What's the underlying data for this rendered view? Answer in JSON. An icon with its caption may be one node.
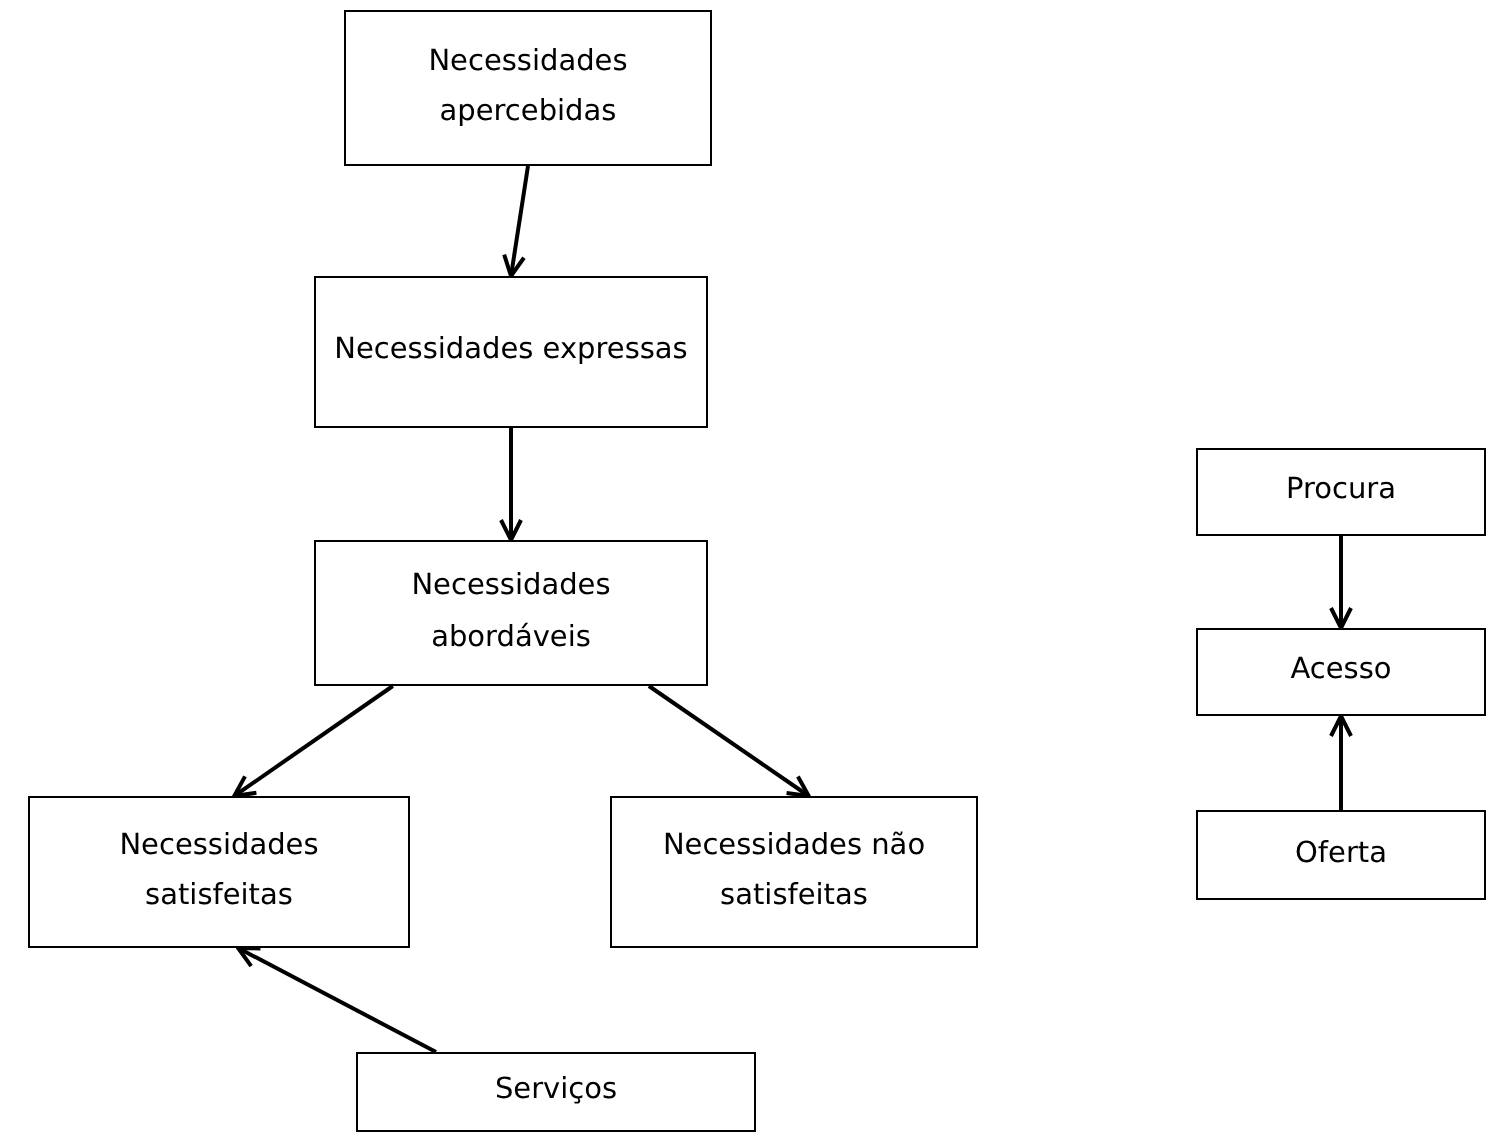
{
  "diagram": {
    "nodes": [
      {
        "text": [
          "Necessidades apercebidas"
        ]
      },
      {
        "text": [
          "Necessidades expressas"
        ]
      },
      {
        "text": [
          "Necessidades abordáveis"
        ]
      },
      {
        "text": [
          "Necessidades satisfeitas"
        ]
      },
      {
        "text": [
          "Necessidades não satisfeitas"
        ]
      },
      {
        "text": [
          "Serviços"
        ]
      },
      {
        "text": [
          "Procura"
        ]
      },
      {
        "text": [
          "Acesso"
        ]
      },
      {
        "text": [
          "Oferta"
        ]
      }
    ],
    "edges": [
      {
        "from": 0,
        "to": 1,
        "arrow": "to"
      },
      {
        "from": 1,
        "to": 2,
        "arrow": "to"
      },
      {
        "from": 2,
        "to": 3,
        "arrow": "to"
      },
      {
        "from": 2,
        "to": 4,
        "arrow": "to"
      },
      {
        "from": 5,
        "to": 3,
        "arrow": "to"
      },
      {
        "from": 6,
        "to": 7,
        "arrow": "to"
      },
      {
        "from": 8,
        "to": 7,
        "arrow": "to"
      }
    ]
  }
}
